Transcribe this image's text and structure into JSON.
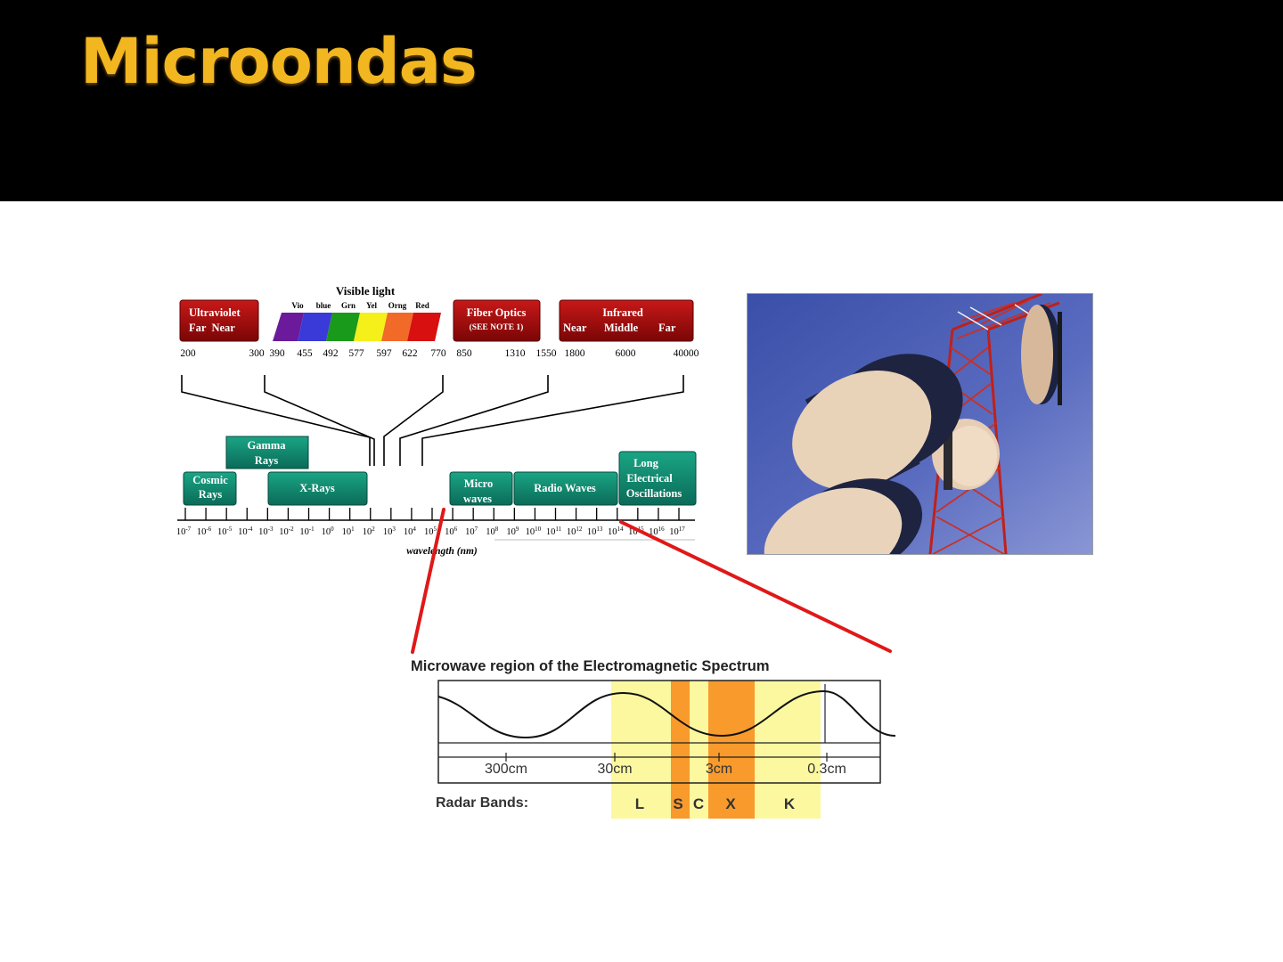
{
  "slide": {
    "title": "Microondas"
  },
  "spectrum": {
    "visible_label": "Visible light",
    "ultraviolet": {
      "line1": "Ultraviolet",
      "line2": "Far  Near"
    },
    "visible_colors": [
      "Vio",
      "blue",
      "Grn",
      "Yel",
      "Orng",
      "Red"
    ],
    "fiber": {
      "line1": "Fiber Optics",
      "line2": "(SEE NOTE 1)"
    },
    "infrared": {
      "line1": "Infrared",
      "near": "Near",
      "middle": "Middle",
      "far": "Far"
    },
    "top_ticks": [
      "200",
      "300",
      "390",
      "455",
      "492",
      "577",
      "597",
      "622",
      "770",
      "850",
      "1310",
      "1550",
      "1800",
      "6000",
      "40000"
    ],
    "bands": {
      "cosmic": [
        "Cosmic",
        "Rays"
      ],
      "gamma": [
        "Gamma",
        "Rays"
      ],
      "xrays": "X-Rays",
      "micro": [
        "Micro",
        "waves"
      ],
      "radio": "Radio Waves",
      "long": [
        "Long",
        "Electrical",
        "Oscillations"
      ]
    },
    "scale_ticks": [
      "10-7",
      "10-6",
      "10-5",
      "10-4",
      "10-3",
      "10-2",
      "10-1",
      "100",
      "101",
      "102",
      "103",
      "104",
      "105",
      "106",
      "107",
      "108",
      "109",
      "1010",
      "1011",
      "1012",
      "1013",
      "1014",
      "1015",
      "1016",
      "1017"
    ],
    "axis_label": "wavelength (nm)"
  },
  "microwave": {
    "title": "Microwave region of the Electromagnetic Spectrum",
    "scale": [
      "300cm",
      "30cm",
      "3cm",
      "0.3cm"
    ],
    "radar_label": "Radar Bands:",
    "radar_bands": [
      "L",
      "S",
      "C",
      "X",
      "K"
    ],
    "colors": {
      "light": "#fbf8a0",
      "dark": "#f89a2c"
    }
  },
  "colors": {
    "title": "#f2b620",
    "band_green": "#12846e",
    "ir_red": "#a80c0c",
    "pointer": "#e01818"
  }
}
